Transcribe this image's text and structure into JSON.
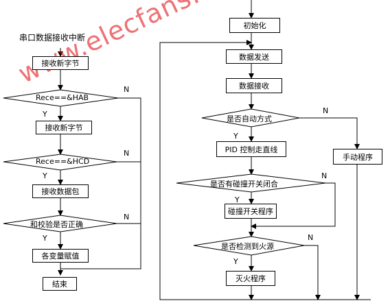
{
  "left": {
    "title": "串口数据接收中断",
    "steps": [
      "接收新字节",
      "接收新字节",
      "接收数据包",
      "各变量赋值",
      "结束"
    ],
    "decisions": [
      "Rece==&HAB",
      "Rece==&HCD",
      "和校验是否正确"
    ]
  },
  "right": {
    "steps": [
      "初始化",
      "数据发送",
      "数据接收",
      "PID 控制走直线",
      "碰撞开关程序",
      "灭火程序",
      "手动程序"
    ],
    "decisions": [
      "是否自动方式",
      "是否有碰撞开关闭合",
      "是否检测到火源"
    ]
  },
  "branch_labels": {
    "yes": "Y",
    "no": "N"
  },
  "watermark": "www.elecfans.com"
}
